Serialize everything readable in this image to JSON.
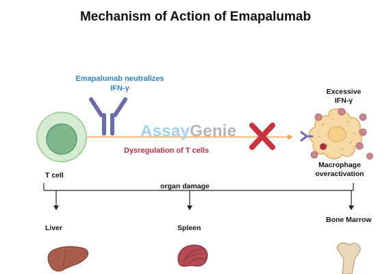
{
  "title": "Mechanism of Action of Emapalumab",
  "antibody_note": {
    "line1": "Emapalumab neutralizes",
    "line2": "IFN-γ"
  },
  "pathway_note": "Dysregulation of  T cells",
  "tcell_label": "T cell",
  "excessive_label": {
    "line1": "Excessive",
    "line2": "IFN-γ"
  },
  "macrophage_label": {
    "line1": "Macrophage",
    "line2": "overactivation"
  },
  "organ_damage_label": "organ damage",
  "organs": [
    {
      "label": "Liver"
    },
    {
      "label": "Spleen"
    },
    {
      "label": "Bone Marrow"
    }
  ],
  "watermark": {
    "part1": "Assay",
    "part2": "Genie"
  },
  "colors": {
    "antibody": "#6d6aa8",
    "arrow": "#f2a25b",
    "cross": "#c8343d",
    "tcell_outer": "#d6ecd2",
    "tcell_inner": "#7fb68b",
    "cytokine": "#c9868d"
  },
  "icons": [
    "antibody-icon",
    "t-cell-icon",
    "macrophage-icon",
    "block-cross-icon",
    "liver-icon",
    "spleen-icon",
    "bone-icon"
  ]
}
